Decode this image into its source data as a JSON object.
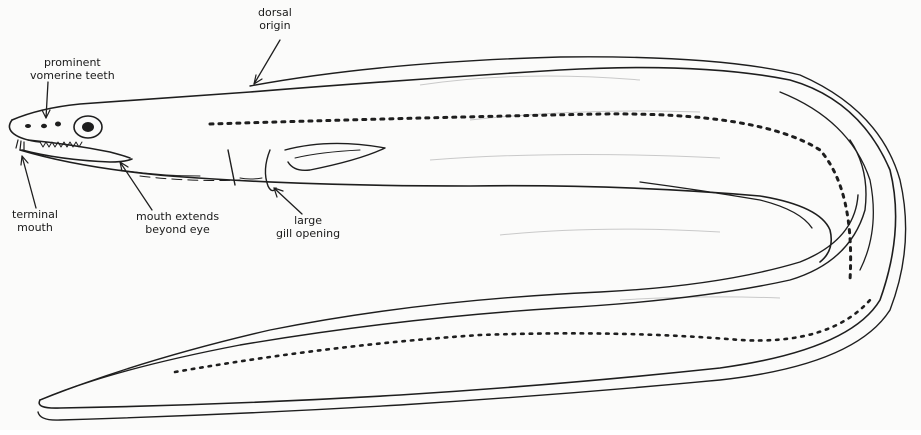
{
  "figure": {
    "subject": "eel",
    "ink_color": "#1e1e1e",
    "paper_color": "#fbfbfa"
  },
  "labels": {
    "dorsal_origin": [
      "dorsal",
      "origin"
    ],
    "vomerine_teeth": [
      "prominent",
      "vomerine teeth"
    ],
    "terminal_mouth": [
      "terminal",
      "mouth"
    ],
    "mouth_extends": [
      "mouth extends",
      "beyond eye"
    ],
    "gill_opening": [
      "large",
      "gill opening"
    ]
  }
}
